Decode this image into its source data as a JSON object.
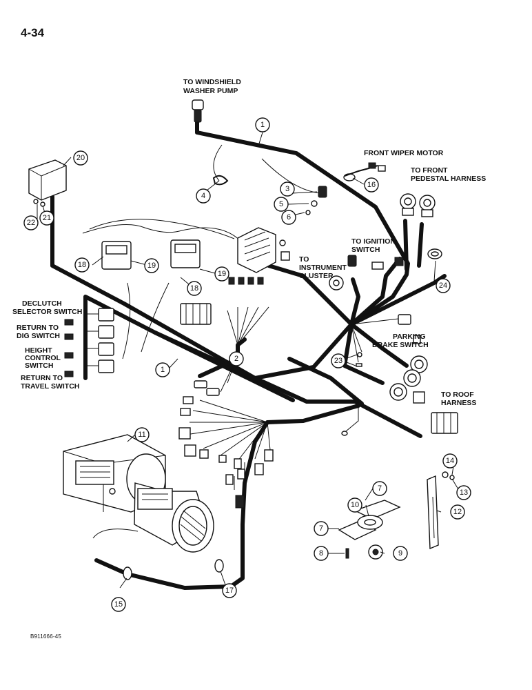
{
  "page_number": "4-34",
  "document_code": "B911666-45",
  "labels": {
    "windshield": [
      "TO WINDSHIELD",
      "WASHER PUMP"
    ],
    "front_wiper": [
      "FRONT WIPER MOTOR"
    ],
    "front_pedestal": [
      "TO FRONT",
      "PEDESTAL HARNESS"
    ],
    "ignition": [
      "TO IGNITION",
      "SWITCH"
    ],
    "instrument": [
      "TO",
      "INSTRUMENT",
      "CLUSTER"
    ],
    "parking": [
      "PARKING",
      "BRAKE SWITCH"
    ],
    "roof": [
      "TO ROOF",
      "HARNESS"
    ],
    "declutch": [
      "DECLUTCH",
      "SELECTOR SWITCH"
    ],
    "dig": [
      "RETURN TO",
      "DIG SWITCH"
    ],
    "height": [
      "HEIGHT",
      "CONTROL",
      "SWITCH"
    ],
    "travel": [
      "RETURN TO",
      "TRAVEL SWITCH"
    ]
  },
  "callouts": {
    "c1a": "1",
    "c1b": "1",
    "c2": "2",
    "c3": "3",
    "c4": "4",
    "c5": "5",
    "c6": "6",
    "c7a": "7",
    "c7b": "7",
    "c8": "8",
    "c9": "9",
    "c10": "10",
    "c11": "11",
    "c12": "12",
    "c13": "13",
    "c14": "14",
    "c15": "15",
    "c16": "16",
    "c17": "17",
    "c18a": "18",
    "c18b": "18",
    "c19a": "19",
    "c19b": "19",
    "c20": "20",
    "c21": "21",
    "c22": "22",
    "c23": "23",
    "c24": "24"
  }
}
